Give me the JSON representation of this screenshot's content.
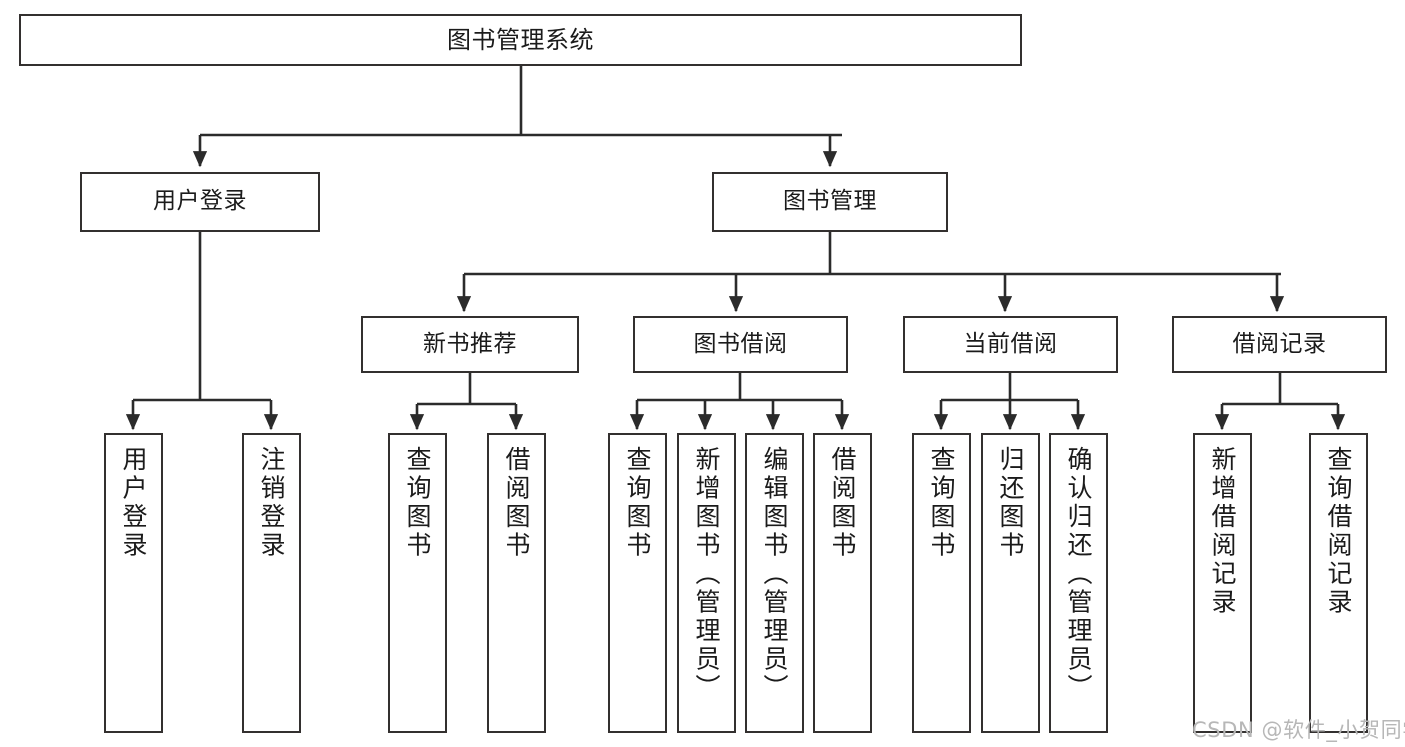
{
  "diagram": {
    "type": "tree-hierarchy",
    "title": "图书管理系统",
    "orientation": "top-down",
    "colors": {
      "background": "#ffffff",
      "node_border": "#33302f",
      "node_fill": "#ffffff",
      "edge": "#2b2b2b",
      "text": "#1b1b1b",
      "watermark": "#b7b7b7"
    }
  },
  "root": {
    "label": "图书管理系统"
  },
  "level2": [
    {
      "id": "user-login",
      "label": "用户登录"
    },
    {
      "id": "book-manage",
      "label": "图书管理"
    }
  ],
  "level3": [
    {
      "id": "new-book-recommend",
      "label": "新书推荐"
    },
    {
      "id": "book-borrow",
      "label": "图书借阅"
    },
    {
      "id": "current-borrow",
      "label": "当前借阅"
    },
    {
      "id": "borrow-record",
      "label": "借阅记录"
    }
  ],
  "leaves": {
    "user_login": [
      {
        "id": "leaf-user-login",
        "label": "用户登录"
      },
      {
        "id": "leaf-logout-login",
        "label": "注销登录"
      }
    ],
    "new_book_recommend": [
      {
        "id": "leaf-query-book-1",
        "label": "查询图书"
      },
      {
        "id": "leaf-borrow-book-1",
        "label": "借阅图书"
      }
    ],
    "book_borrow": [
      {
        "id": "leaf-query-book-2",
        "label": "查询图书"
      },
      {
        "id": "leaf-add-book",
        "label": "新增图书（管理员）"
      },
      {
        "id": "leaf-edit-book",
        "label": "编辑图书（管理员）"
      },
      {
        "id": "leaf-borrow-book-2",
        "label": "借阅图书"
      }
    ],
    "current_borrow": [
      {
        "id": "leaf-query-book-3",
        "label": "查询图书"
      },
      {
        "id": "leaf-return-book",
        "label": "归还图书"
      },
      {
        "id": "leaf-confirm-return",
        "label": "确认归还（管理员）"
      }
    ],
    "borrow_record": [
      {
        "id": "leaf-add-record",
        "label": "新增借阅记录"
      },
      {
        "id": "leaf-query-record",
        "label": "查询借阅记录"
      }
    ]
  },
  "watermark": {
    "text": "CSDN @软件_小贺同学"
  }
}
